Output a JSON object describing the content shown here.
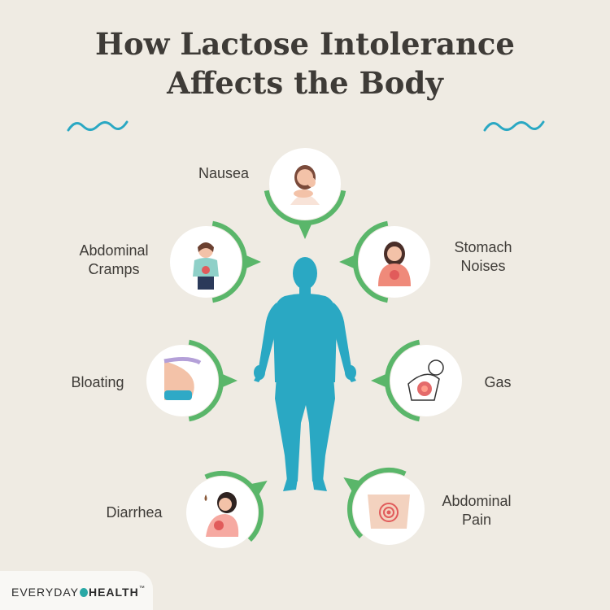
{
  "title": {
    "line1": "How Lactose Intolerance",
    "line2": "Affects the Body"
  },
  "colors": {
    "background": "#efebe3",
    "ring": "#5ab66a",
    "body": "#2aa8c3",
    "wave": "#2aa8c3",
    "text": "#3e3b37"
  },
  "symptoms": [
    {
      "label": "Nausea",
      "icon": "woman-nausea-icon"
    },
    {
      "label": "Abdominal\nCramps",
      "icon": "woman-cramps-icon"
    },
    {
      "label": "Stomach\nNoises",
      "icon": "woman-stomach-noises-icon"
    },
    {
      "label": "Bloating",
      "icon": "bloated-belly-icon"
    },
    {
      "label": "Gas",
      "icon": "man-gas-icon"
    },
    {
      "label": "Diarrhea",
      "icon": "woman-diarrhea-icon"
    },
    {
      "label": "Abdominal\nPain",
      "icon": "abdomen-pain-icon"
    }
  ],
  "brand": {
    "part1": "EVERYDAY",
    "part2": "HEALTH",
    "tm": "™"
  }
}
